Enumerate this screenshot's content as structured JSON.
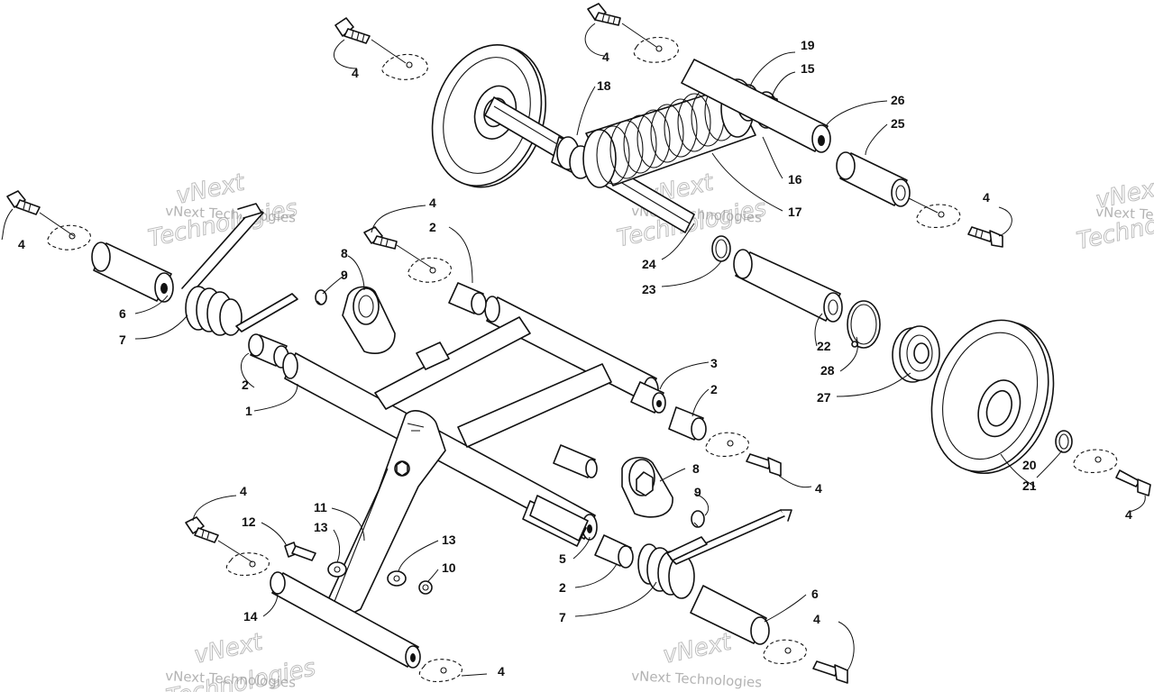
{
  "watermark": {
    "line1": "vNext",
    "line2": "Technologies",
    "combined": "vNext Technologies"
  },
  "callouts": {
    "c1": "1",
    "c2": "2",
    "c3": "3",
    "c4": "4",
    "c5": "5",
    "c6": "6",
    "c7": "7",
    "c8": "8",
    "c9": "9",
    "c10": "10",
    "c11": "11",
    "c12": "12",
    "c13": "13",
    "c14": "14",
    "c15": "15",
    "c16": "16",
    "c17": "17",
    "c18": "18",
    "c19": "19",
    "c20": "20",
    "c21": "21",
    "c22": "22",
    "c23": "23",
    "c24": "24",
    "c25": "25",
    "c26": "26",
    "c27": "27",
    "c28": "28"
  },
  "colors": {
    "line": "#111111",
    "watermark": "#9a9a9a",
    "background": "#ffffff"
  }
}
